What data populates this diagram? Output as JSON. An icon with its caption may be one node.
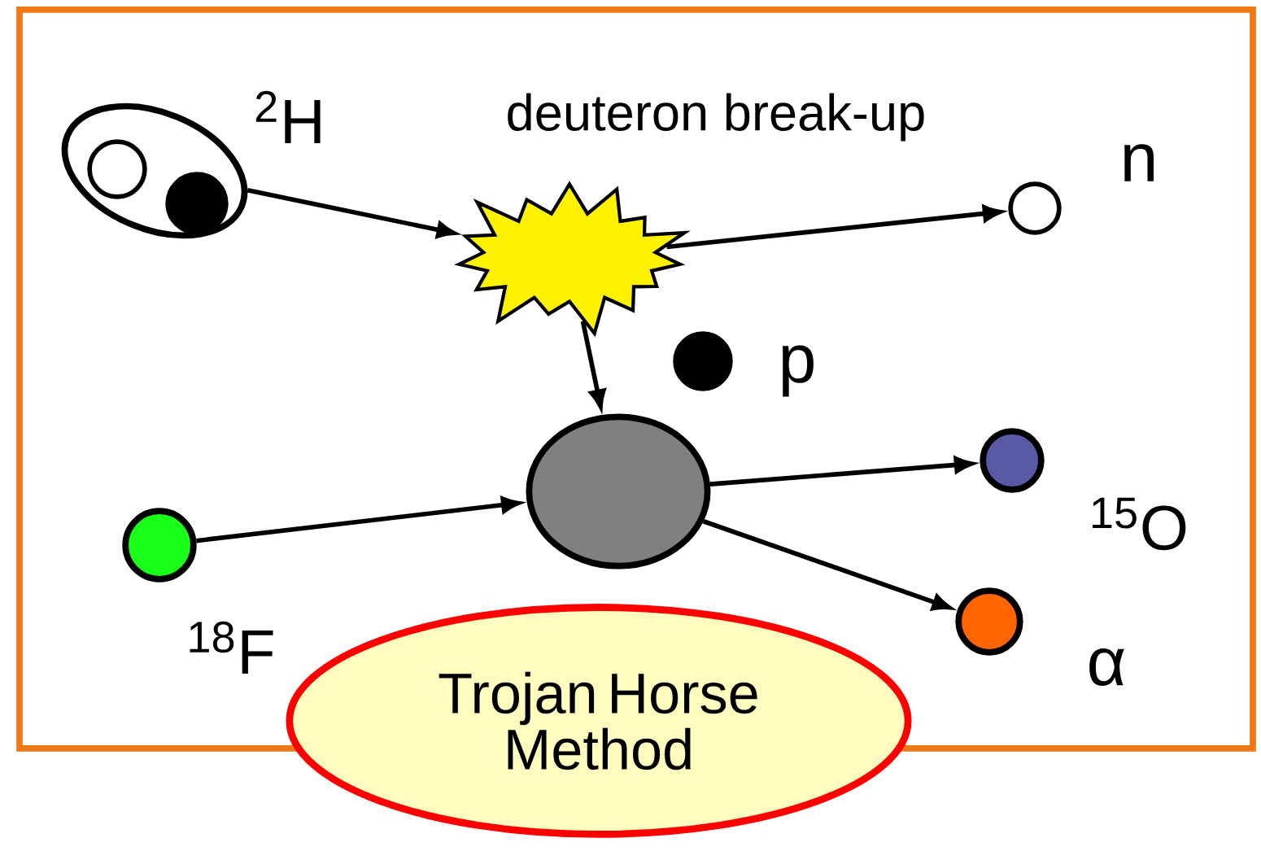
{
  "diagram": {
    "nodes": [
      {
        "text": [],
        "shape": "ellipse",
        "beside": [
          "$^{2}$H"
        ]
      },
      {
        "text": [],
        "shape": "circle",
        "in": 0
      },
      {
        "text": [],
        "shape": "circle",
        "in": 0
      },
      {
        "text": [],
        "shape": "star",
        "beside": [
          "deuteron break-up"
        ]
      },
      {
        "text": [],
        "shape": "circle",
        "beside": [
          "n"
        ]
      },
      {
        "text": [],
        "shape": "circle",
        "beside": [
          "p"
        ]
      },
      {
        "text": [],
        "shape": "circle"
      },
      {
        "text": [],
        "shape": "circle",
        "beside": [
          "$^{18}$F"
        ]
      },
      {
        "text": [],
        "shape": "circle",
        "beside": [
          "$^{15}$O"
        ]
      },
      {
        "text": [],
        "shape": "circle",
        "beside": [
          "α"
        ]
      },
      {
        "text": [
          "Trojan Horse Method"
        ]
      }
    ],
    "edges": [
      {
        "from": 0,
        "to": 3,
        "arrow": "to"
      },
      {
        "from": 3,
        "to": 4,
        "arrow": "to"
      },
      {
        "from": 3,
        "to": 6,
        "arrow": "to"
      },
      {
        "from": 7,
        "to": 6,
        "arrow": "to"
      },
      {
        "from": 6,
        "to": 8,
        "arrow": "to"
      },
      {
        "from": 6,
        "to": 9,
        "arrow": "to"
      }
    ]
  }
}
